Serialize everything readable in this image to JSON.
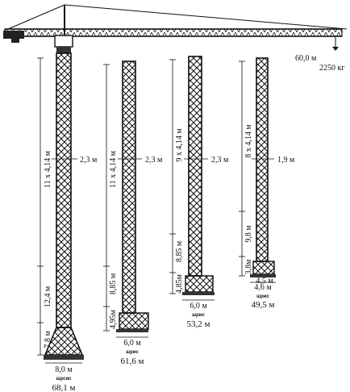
{
  "jib": {
    "radius": "60,0 м",
    "load": "2250 кг"
  },
  "towers": [
    {
      "upper": "11 x 4,14 м",
      "width": "2,3 м",
      "mid": "12,4 м",
      "low": "7,8 м",
      "base": "8,0 м",
      "stamp": "шрсис",
      "height": "68,1 м"
    },
    {
      "upper": "11 x 4,14 м",
      "width": "2,3 м",
      "mid": "8,85 м",
      "low": "4,95м",
      "base": "6,0 м",
      "stamp": "шрис",
      "height": "61,6 м"
    },
    {
      "upper": "9 x 4,14 м",
      "width": "2,3 м",
      "mid": "8,85 м",
      "low": "4,85м",
      "base": "6,0 м",
      "stamp": "шрис",
      "height": "53,2 м"
    },
    {
      "upper": "8 x 4,14 м",
      "width": "1,9 м",
      "mid": "9,8 м",
      "low": "3,8м",
      "base": "4,6 м",
      "base2": "4,5 м",
      "stamp": "шрис",
      "height": "49,5 м"
    }
  ]
}
